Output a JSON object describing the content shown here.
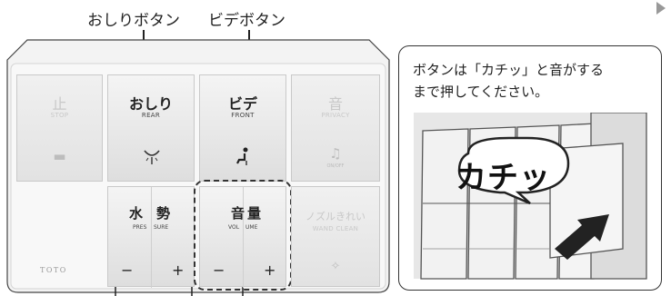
{
  "callouts": {
    "oshiri_button": "おしりボタン",
    "bidet_button": "ビデボタン"
  },
  "remote": {
    "buttons": {
      "stop": {
        "label": "止",
        "sub": "STOP",
        "icon": "stop-icon"
      },
      "rear": {
        "label": "おしり",
        "sub": "REAR",
        "icon": "rear-spray-icon"
      },
      "front": {
        "label": "ビデ",
        "sub": "FRONT",
        "icon": "front-spray-icon"
      },
      "privacy": {
        "label": "音",
        "sub": "PRIVACY",
        "icon": "music-note-icon",
        "note": "ON/OFF"
      },
      "pressure": {
        "label_left": "水",
        "label_right": "勢",
        "sub_left": "PRES",
        "sub_right": "SURE",
        "minus": "−",
        "plus": "+"
      },
      "volume": {
        "label_left": "音",
        "label_right": "量",
        "sub_left": "VOL",
        "sub_right": "UME",
        "minus": "−",
        "plus": "+"
      },
      "wand_clean": {
        "label": "ノズルきれい",
        "sub": "WAND CLEAN",
        "icon": "wand-clean-icon"
      }
    },
    "logo": "TOTO"
  },
  "instruction": {
    "line1": "ボタンは「カチッ」と音がする",
    "line2": "まで押してください。",
    "bubble": "カチッ"
  },
  "colors": {
    "button_face": "#ececec",
    "button_faint_text": "#c8c8c8",
    "outline": "#333333",
    "dashed_box": "#333333",
    "arrow": "#222222"
  }
}
